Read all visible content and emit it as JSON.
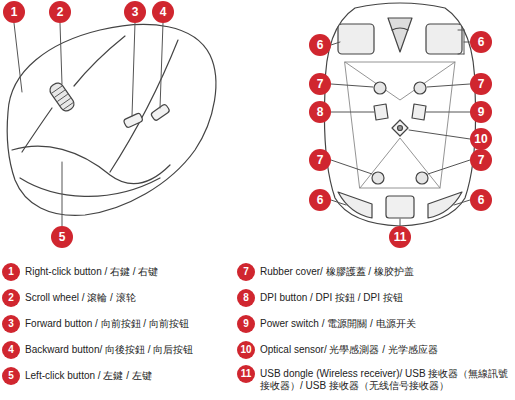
{
  "diagram": {
    "labels": [
      "1",
      "2",
      "3",
      "4",
      "5",
      "6",
      "6",
      "7",
      "7",
      "8",
      "9",
      "10",
      "7",
      "7",
      "6",
      "6",
      "11",
      "1",
      "Right-click button / 右鍵 / 右键",
      "2",
      "Scroll wheel / 滾輪 / 滚轮",
      "3",
      "Forward button / 向前按鈕 / 向前按钮",
      "4",
      "Backward button/ 向後按鈕 / 向后按钮",
      "5",
      "Left-click button / 左鍵 / 左键",
      "7",
      "Rubber cover/ 橡膠護蓋 / 橡胶护盖",
      "8",
      "DPI button / DPI 按鈕 / DPI 按钮",
      "9",
      "Power switch / 電源開關 / 电源开关",
      "10",
      "Optical sensor/ 光學感測器 / 光学感应器",
      "11",
      "USB dongle (Wireless receiver)/ USB 接收器（無線訊號接收器）/ USB 接收器（无线信号接收器）"
    ]
  }
}
